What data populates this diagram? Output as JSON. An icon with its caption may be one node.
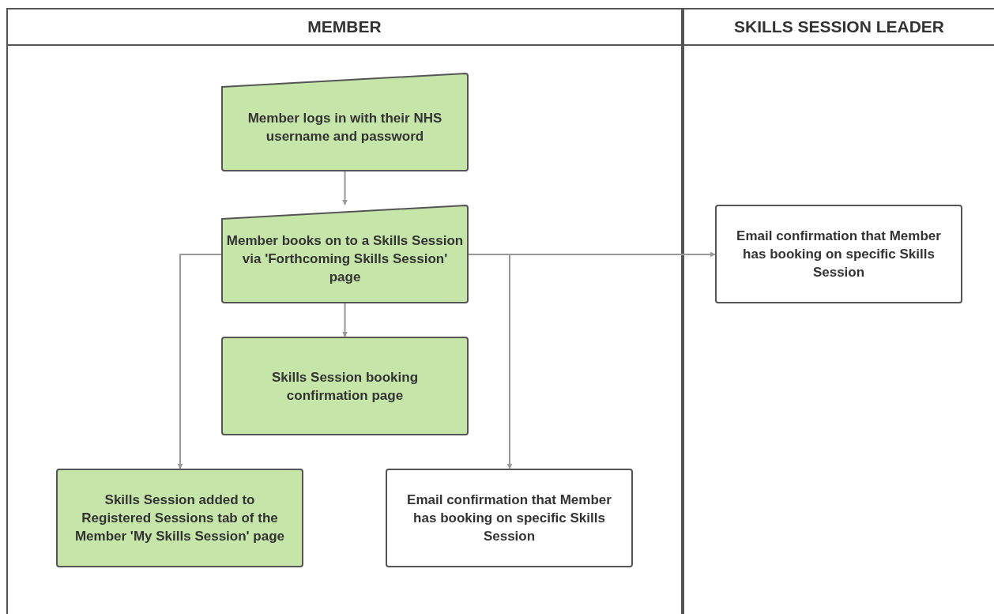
{
  "diagram": {
    "nodes": [
      {
        "text": [
          "MEMBER"
        ]
      },
      {
        "text": [
          "SKILLS SESSION LEADER"
        ]
      },
      {
        "text": [
          "Member logs in with their NHS username and password"
        ],
        "in": 0
      },
      {
        "text": [
          "Member books on to a Skills Session via 'Forthcoming Skills Session' page"
        ],
        "in": 0
      },
      {
        "text": [
          "Skills Session booking confirmation page"
        ],
        "in": 0
      },
      {
        "text": [
          "Skills Session added to Registered Sessions tab of the Member 'My Skills Session' page"
        ],
        "in": 0
      },
      {
        "text": [
          "Email confirmation that Member has booking on specific Skills Session"
        ],
        "in": 0
      },
      {
        "text": [
          "Email confirmation that Member has booking on specific Skills Session"
        ],
        "in": 1
      }
    ],
    "edges": [
      {
        "from": 2,
        "to": 3,
        "arrow": "to"
      },
      {
        "from": 3,
        "to": 4,
        "arrow": "to"
      },
      {
        "from": 3,
        "to": 5,
        "arrow": "to"
      },
      {
        "from": 3,
        "to": 6,
        "arrow": "to"
      },
      {
        "from": 3,
        "to": 7,
        "arrow": "to"
      }
    ]
  }
}
